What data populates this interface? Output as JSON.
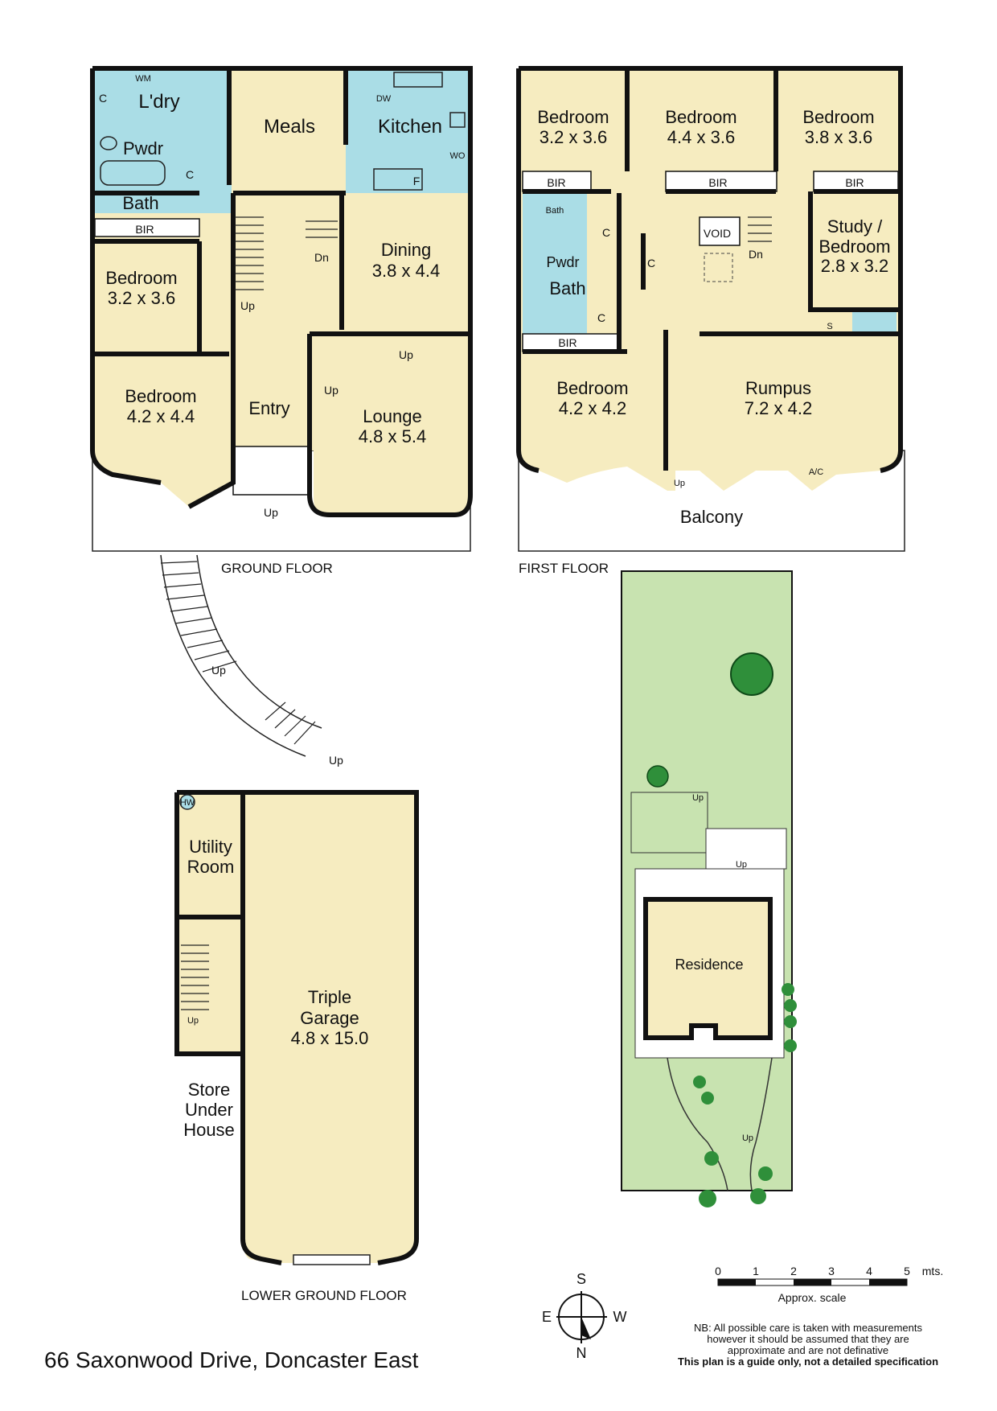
{
  "address": "66 Saxonwood Drive, Doncaster East",
  "floors": {
    "ground": {
      "caption": "GROUND FLOOR",
      "rooms": {
        "laundry": "L'dry",
        "wm": "WM",
        "c1": "C",
        "c2": "C",
        "powder": "Pwdr",
        "bath": "Bath",
        "bir": "BIR",
        "meals": "Meals",
        "kitchen": "Kitchen",
        "dw": "DW",
        "wo": "WO",
        "f": "F",
        "bed1_name": "Bedroom",
        "bed1_size": "3.2 x 3.6",
        "bed2_name": "Bedroom",
        "bed2_size": "4.2 x 4.4",
        "dining_name": "Dining",
        "dining_size": "3.8 x 4.4",
        "entry": "Entry",
        "lounge_name": "Lounge",
        "lounge_size": "4.8 x 5.4"
      },
      "stairs": {
        "up1": "Up",
        "dn": "Dn",
        "up2": "Up",
        "up3": "Up",
        "up4": "Up",
        "up5": "Up",
        "up6": "Up"
      }
    },
    "first": {
      "caption": "FIRST FLOOR",
      "rooms": {
        "bed1_name": "Bedroom",
        "bed1_size": "3.2 x 3.6",
        "bed2_name": "Bedroom",
        "bed2_size": "4.4 x 3.6",
        "bed3_name": "Bedroom",
        "bed3_size": "3.8 x 3.6",
        "bir1": "BIR",
        "bir2": "BIR",
        "bir3": "BIR",
        "bir4": "BIR",
        "ens_bath": "Bath",
        "powder": "Pwdr",
        "bath": "Bath",
        "c1": "C",
        "c2": "C",
        "c3": "C",
        "void": "VOID",
        "dn": "Dn",
        "study_line1": "Study /",
        "study_line2": "Bedroom",
        "study_size": "2.8 x 3.2",
        "s": "S",
        "bed4_name": "Bedroom",
        "bed4_size": "4.2 x 4.2",
        "rumpus_name": "Rumpus",
        "rumpus_size": "7.2 x 4.2",
        "ac": "A/C",
        "up": "Up",
        "balcony": "Balcony"
      }
    },
    "lower": {
      "caption": "LOWER GROUND FLOOR",
      "rooms": {
        "hw": "HW",
        "utility_line1": "Utility",
        "utility_line2": "Room",
        "up": "Up",
        "garage_line1": "Triple",
        "garage_line2": "Garage",
        "garage_size": "4.8 x 15.0",
        "store_line1": "Store",
        "store_line2": "Under",
        "store_line3": "House"
      }
    },
    "site": {
      "residence": "Residence",
      "up1": "Up",
      "up2": "Up",
      "up3": "Up"
    }
  },
  "compass": {
    "n": "N",
    "s": "S",
    "e": "E",
    "w": "W"
  },
  "scale": {
    "ticks": [
      "0",
      "1",
      "2",
      "3",
      "4",
      "5"
    ],
    "unit": "mts.",
    "label": "Approx. scale"
  },
  "disclaimer": {
    "line1": "NB: All possible care is taken with measurements",
    "line2": "however it should be assumed that they are",
    "line3": "approximate and are not definative",
    "line4": "This plan is a guide only, not a detailed specification"
  },
  "colors": {
    "room_fill": "#f6ecc0",
    "wet_fill": "#aadde6",
    "garden_fill": "#c8e3b0",
    "wall": "#111111"
  }
}
